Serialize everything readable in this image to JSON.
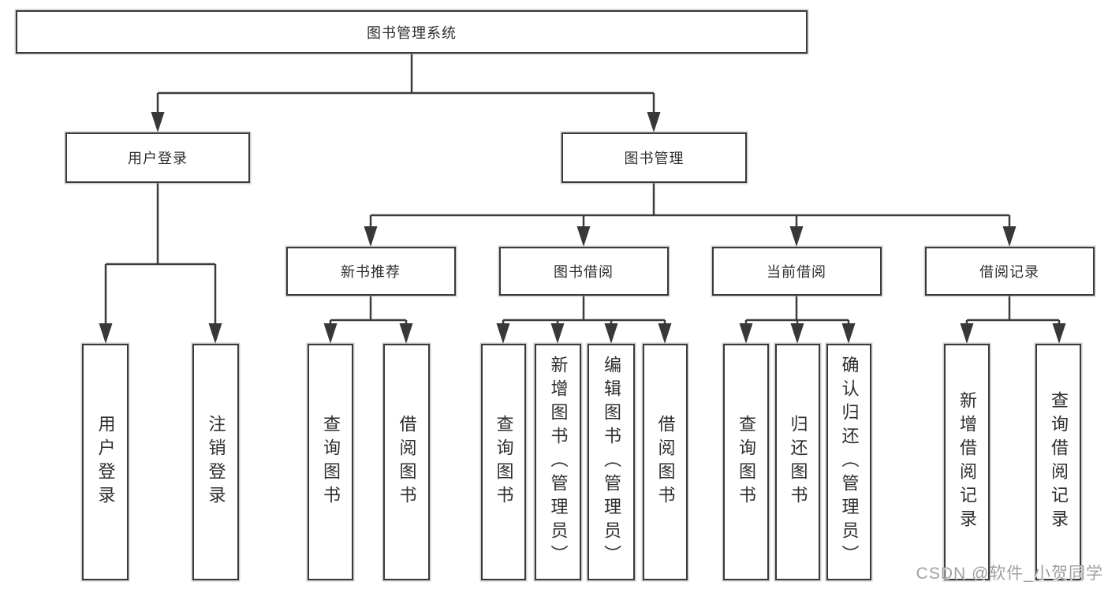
{
  "nodes": {
    "root": "图书管理系统",
    "user_login": "用户登录",
    "book_mgmt": "图书管理",
    "new_book_rec": "新书推荐",
    "book_borrow": "图书借阅",
    "current_borrow": "当前借阅",
    "borrow_records": "借阅记录",
    "leaf_user_login": "用户登录",
    "leaf_logout": "注销登录",
    "rec_query_book": "查询图书",
    "rec_borrow_book": "借阅图书",
    "bb_query_book": "查询图书",
    "bb_add_book": "新增图书（管理员）",
    "bb_edit_book": "编辑图书（管理员）",
    "bb_borrow_book": "借阅图书",
    "cb_query_book": "查询图书",
    "cb_return_book": "归还图书",
    "cb_confirm_return": "确认归还（管理员）",
    "br_add_record": "新增借阅记录",
    "br_query_record": "查询借阅记录"
  },
  "watermark": "CSDN @软件_小贺同学",
  "colors": {
    "line": "#3b3b3b",
    "box_border": "#3a3a3a",
    "text": "#2e2e2e",
    "watermark": "#a0a0a0"
  }
}
